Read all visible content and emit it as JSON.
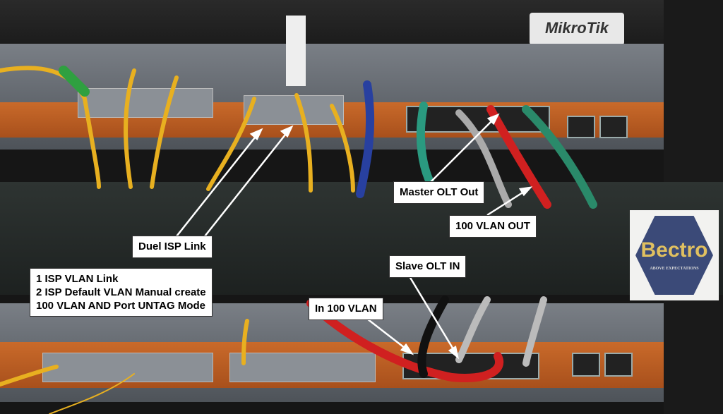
{
  "photo": {
    "brand_logo_top": "MikroTik",
    "brand_logo_right": {
      "name": "Bectro",
      "tagline": "ABOVE EXPECTATIONS"
    }
  },
  "annotations": {
    "master_olt_out": "Master OLT Out",
    "vlan_out": "100 VLAN OUT",
    "duel_isp_link": "Duel ISP Link",
    "slave_olt_in": "Slave OLT IN",
    "in_100_vlan": "In 100 VLAN",
    "notes": [
      "1 ISP VLAN Link",
      "2 ISP Default VLAN Manual create",
      "100 VLAN AND Port UNTAG Mode"
    ]
  },
  "colors": {
    "cable_yellow": "#e8b020",
    "cable_green": "#2a8a6a",
    "cable_red": "#d02020",
    "cable_blue": "#2840a0",
    "strip_orange": "#c96a2a"
  }
}
